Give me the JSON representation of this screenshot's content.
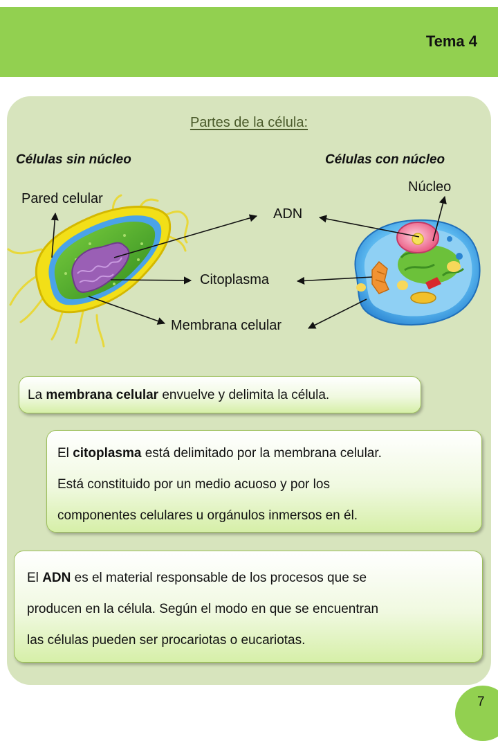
{
  "header": {
    "title": "Tema 4"
  },
  "diagram": {
    "section_title": "Partes de la célula:",
    "left_subtitle": "Células sin núcleo",
    "right_subtitle": "Células con núcleo",
    "labels": {
      "pared_celular": "Pared celular",
      "adn": "ADN",
      "nucleo": "Núcleo",
      "citoplasma": "Citoplasma",
      "membrana_celular": "Membrana celular"
    }
  },
  "boxes": {
    "membrana": {
      "pre": "La ",
      "term": "membrana celular",
      "post": " envuelve y delimita la célula."
    },
    "citoplasma": {
      "line1_pre": "El ",
      "line1_term": "citoplasma",
      "line1_post": " está delimitado por la membrana celular.",
      "line2": "Está constituido por un medio acuoso y por los",
      "line3": "componentes celulares u orgánulos inmersos en él."
    },
    "adn": {
      "line1_pre": "El ",
      "line1_term": "ADN",
      "line1_post": " es el material responsable de los procesos que se",
      "line2": "producen en la célula. Según el modo en que se encuentran",
      "line3": "las células pueden ser procariotas o eucariotas."
    }
  },
  "footer": {
    "page_number": "7"
  }
}
